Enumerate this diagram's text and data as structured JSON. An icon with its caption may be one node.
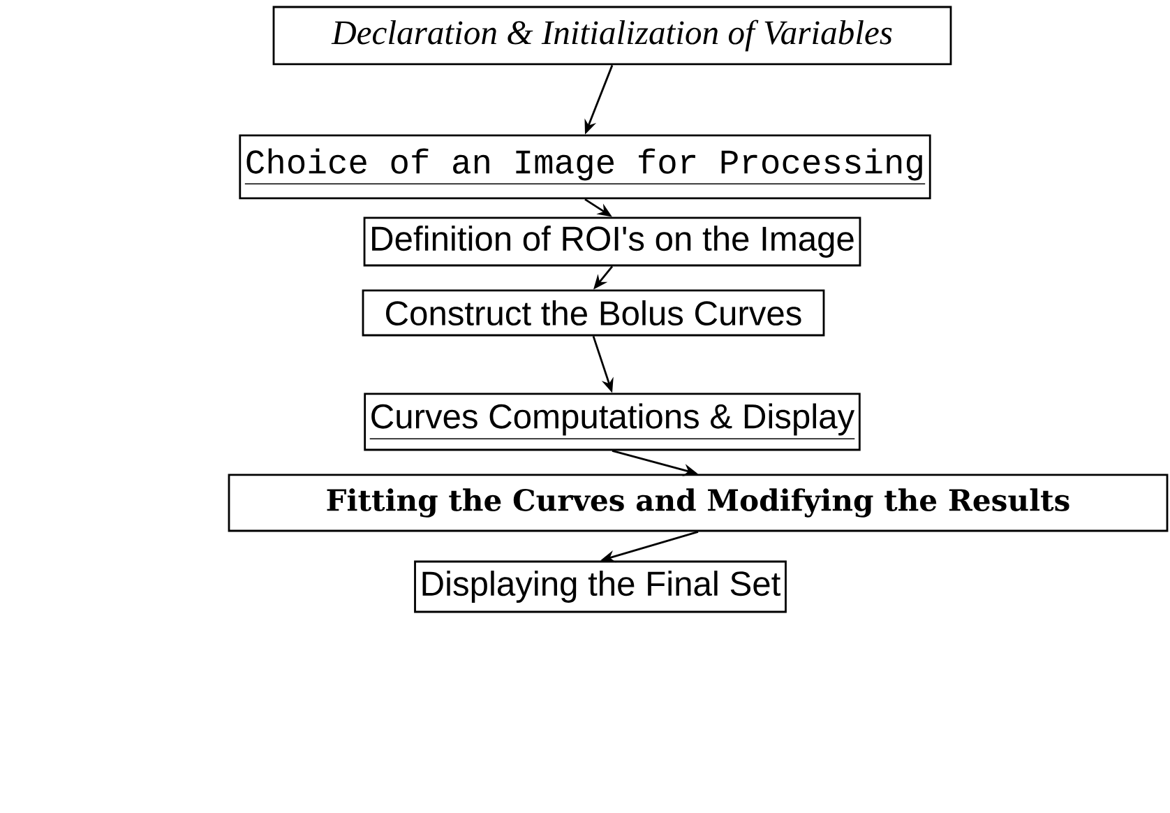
{
  "diagram": {
    "nodes": [
      {
        "text": [
          "Declaration & Initialization of Variables"
        ]
      },
      {
        "text": [
          "Choice of an Image for Processing"
        ]
      },
      {
        "text": [
          "Definition of ROI's on the Image"
        ]
      },
      {
        "text": [
          "Construct the Bolus Curves"
        ]
      },
      {
        "text": [
          "Curves Computations & Display"
        ]
      },
      {
        "text": [
          "Fitting the Curves and Modifying the Results"
        ]
      },
      {
        "text": [
          "Displaying the Final Set"
        ]
      }
    ],
    "edges": [
      {
        "from": 0,
        "to": 1,
        "arrow": "to"
      },
      {
        "from": 1,
        "to": 2,
        "arrow": "to"
      },
      {
        "from": 2,
        "to": 3,
        "arrow": "to"
      },
      {
        "from": 3,
        "to": 4,
        "arrow": "to"
      },
      {
        "from": 4,
        "to": 5,
        "arrow": "to"
      },
      {
        "from": 5,
        "to": 6,
        "arrow": "to"
      }
    ]
  }
}
